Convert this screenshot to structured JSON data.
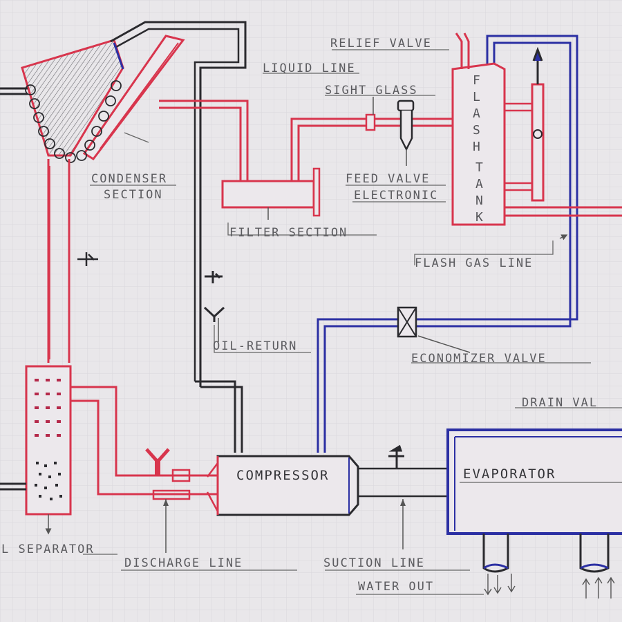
{
  "labels": {
    "relief_valve": "RELIEF VALVE",
    "liquid_line": "LIQUID LINE",
    "sight_glass": "SIGHT GLASS",
    "flash_tank_letters": [
      "F",
      "L",
      "A",
      "S",
      "H"
    ],
    "tank_letters": [
      "T",
      "A",
      "N",
      "K"
    ],
    "condenser_1": "CONDENSER",
    "condenser_2": "SECTION",
    "feed_valve_1": "FEED VALVE",
    "feed_valve_2": "ELECTRONIC",
    "filter_section": "FILTER SECTION",
    "flash_gas_line": "FLASH GAS LINE",
    "oil_return": "OIL-RETURN",
    "economizer_valve": "ECONOMIZER VALVE",
    "drain_valve": "DRAIN VAL",
    "compressor": "COMPRESSOR",
    "evaporator": "EVAPORATOR",
    "oil_separator": "L SEPARATOR",
    "discharge_line": "DISCHARGE LINE",
    "suction_line": "SUCTION LINE",
    "water_out": "WATER OUT"
  },
  "colors": {
    "red_line": "#d8354d",
    "blue_line": "#2b2fa3",
    "black_line": "#2a2a2e",
    "label": "#5b5b5f",
    "paper": "#e9e7ea"
  }
}
